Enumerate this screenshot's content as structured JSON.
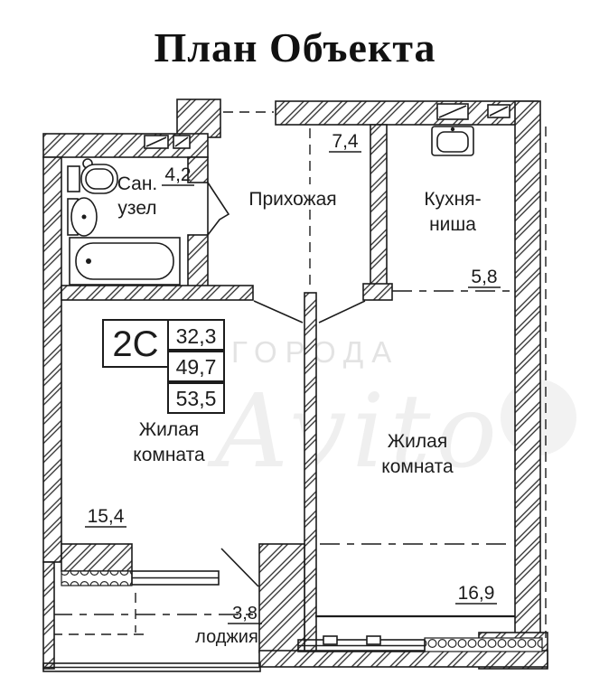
{
  "title": "План Объекта",
  "plan": {
    "unit": {
      "type_label": "2С",
      "areas": [
        "32,3",
        "49,7",
        "53,5"
      ]
    },
    "rooms": {
      "bathroom": {
        "line1": "Сан.",
        "line2": "узел",
        "area": "4,2"
      },
      "hallway": {
        "name": "Прихожая",
        "area": "7,4"
      },
      "kitchen": {
        "line1": "Кухня-",
        "line2": "ниша",
        "area": "5,8"
      },
      "living_left": {
        "line1": "Жилая",
        "line2": "комната",
        "area": "15,4"
      },
      "living_right": {
        "line1": "Жилая",
        "line2": "комната",
        "area": "16,9"
      },
      "loggia": {
        "name": "лоджия",
        "area": "3,8"
      }
    },
    "watermarks": {
      "cities": "ГОРОДА",
      "avito": "Avito"
    }
  },
  "colors": {
    "ink": "#1c1c1c",
    "paper": "#ffffff",
    "watermark": "#e3e3e3"
  }
}
